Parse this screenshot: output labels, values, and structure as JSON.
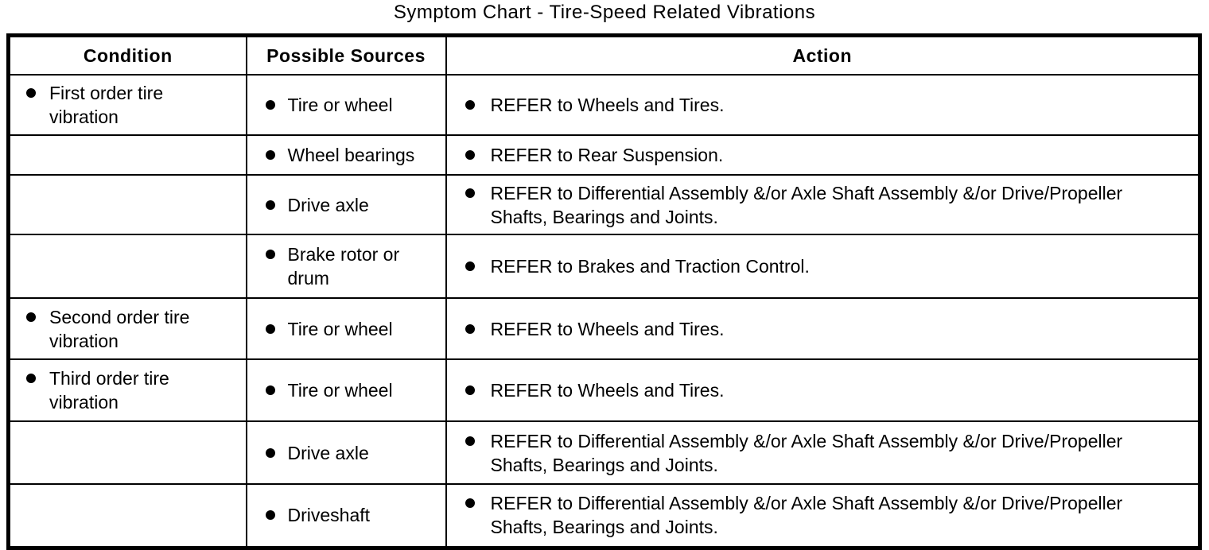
{
  "page": {
    "title": "Symptom Chart - Tire-Speed Related Vibrations"
  },
  "table": {
    "columns": [
      "Condition",
      "Possible Sources",
      "Action"
    ],
    "rows": [
      {
        "condition": "First order tire vibration",
        "source": "Tire or wheel",
        "action": "REFER to Wheels and Tires."
      },
      {
        "condition": "",
        "source": "Wheel bearings",
        "action": "REFER to Rear Suspension."
      },
      {
        "condition": "",
        "source": "Drive axle",
        "action": "REFER to Differential Assembly &/or Axle Shaft Assembly &/or Drive/Propeller Shafts, Bearings and Joints."
      },
      {
        "condition": "",
        "source": "Brake rotor or drum",
        "action": "REFER to Brakes and Traction Control."
      },
      {
        "condition": "Second order tire vibration",
        "source": "Tire or wheel",
        "action": "REFER to Wheels and Tires."
      },
      {
        "condition": "Third order tire vibration",
        "source": "Tire or wheel",
        "action": "REFER to Wheels and Tires."
      },
      {
        "condition": "",
        "source": "Drive axle",
        "action": "REFER to Differential Assembly &/or Axle Shaft Assembly &/or Drive/Propeller Shafts, Bearings and Joints."
      },
      {
        "condition": "",
        "source": "Driveshaft",
        "action": "REFER to Differential Assembly &/or Axle Shaft Assembly &/or Drive/Propeller Shafts, Bearings and Joints."
      }
    ]
  },
  "colors": {
    "text": "#000000",
    "background": "#ffffff",
    "border": "#000000"
  }
}
